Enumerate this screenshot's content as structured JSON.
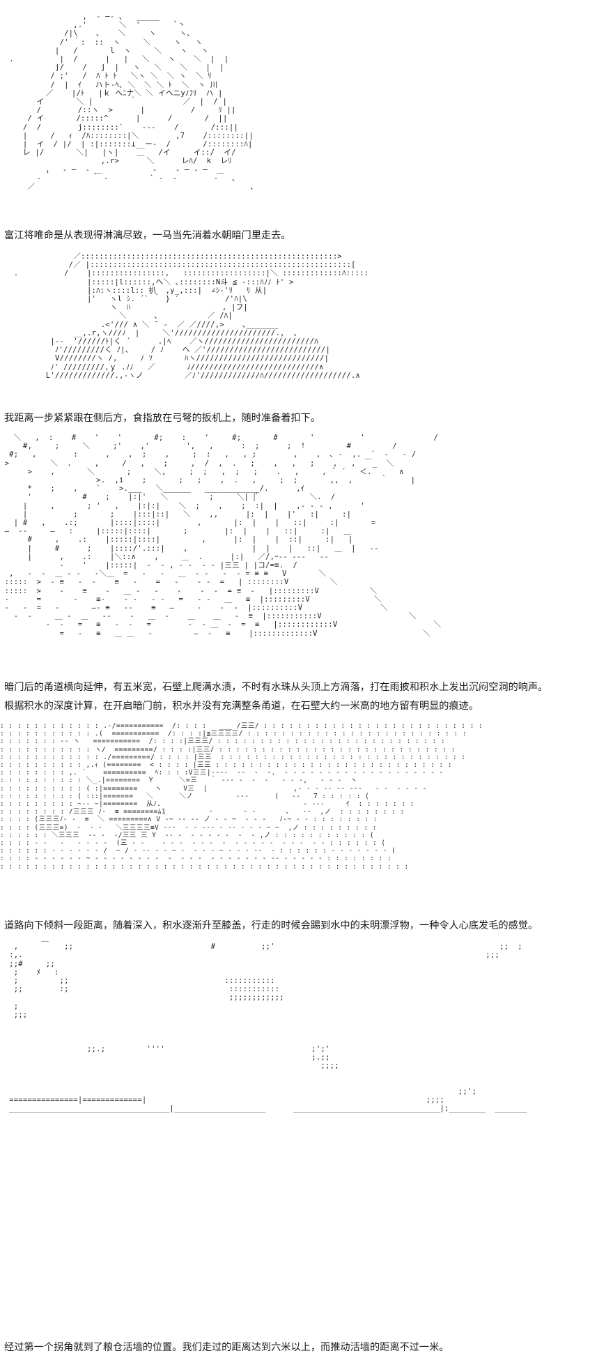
{
  "captions": {
    "c1": "富江将唯命是从表现得淋漓尽致，一马当先消着水朝暗门里走去。",
    "c2": "我距离一步紧紧跟在侧后方，食指放在弓弩的扳机上，随时准备着扣下。",
    "c3": "暗门后的甬道横向延伸，有五米宽，石壁上爬满水渍，不时有水珠从头顶上方滴落，打在雨披和积水上发出沉闷空洞的响声。",
    "c4": "根据积水的深度计算，在开启暗门前，积水并没有充满整条甬道，在石壁大约一米高的地方留有明显的痕迹。",
    "c5": "道路向下倾斜一段距离，随着深入，积水逐渐升至膝盖，行走的时候会踢到水中的未明漂浮物，一种令人心底发毛的感觉。",
    "c6": "经过第一个拐角就到了粮仓活墙的位置。我们走过的距离达到六米以上，而推动活墙的距离不过一米。"
  },
  "art": {
    "a1": "                  ,  ‐ ─‐ ､   _____\n                ,.'       ＼  '        ﾞ丶\n              /|\\    ､    ＼     ヽ     ヽ、\n             /' ｀:  ::  ヽ     ＼     ヽ   ヽ\n            |   /       l  ヽ     ＼    ヽ   ヽ\n  .          |  /      |   |   ＼    ヽ    ＼  |  |\n            j/    /   j  |   ヽ   ＼    ＼    |  |\n           / ;'   /  ﾊ ﾄ ﾄ   ＼ヽ ＼  ＼ ヽ  ＼ ﾘ\n           /  |  ｲ   ハト‐ﾍ､ ＼  ＼ ＼ ﾄ  ＼  ヽ 川\n          ／    |/ﾄ   |ｋ ヘﾆナ＼ ＼ イヘニyﾉﾌﾘ  ハ |\n        イ       ＼ |        ｀          ／  |  / |\n        /        /::ヽ  >      |          /     ﾘ ||\n      / イ       /:::::^      |      /       /  ||\n     /  /        j::::::::`    ‐‐‐    /       /:::||\n     |     /   ｨ  /ﾊ::::::::|＼        ,7    /::::::::||\n     |  イ  / |/  | :|:::::::⊥__ー‐  /       /::::::::ﾊ|\n     レ |/       ＼|   |ヽ|    ＿   /イ     イ::/  イ/\n                      ,.r>      ＼      レﾊ/  k  レﾘ\n          ，  ‐ ─  ‐ ＿           ‐    ‐ ─ ‐ ─  ＿\n        ‐           ｀ ‐         ` ‐  ‐        ‐   ､\n      ／                                               ､",
    "a2": "                ／::::::::::::::::::::::::::::::::::::::::::::::::::::::::>\n               /／ |:::::::::::::::::::::::::::::::::::::::::::::::::::::::::[\n   .          /    |::::::::::::::::,   ::::::::::::::::::|＼ :::::::::::::ﾊ:::::\n                   |:::::|l::::::,へ＼ ､::::::::N斗 ≦ ‐:::ﾊﾉﾉ ﾄ' >\n                   |:ﾊ:ヽ::::l:: 扒  ,y_,:::|  ∠ｼ‐'ﾘ   ﾘ 从|\n                   |'   ヽl ｼ. ´` ｀ } ′          /'ﾊ|\\\n                        ヽ  ﾊ                    , |フ|\n                          ＼      、          ／ /ﾊ|\n                      .<'/// ∧ ＼ ¯ ‐  ／ ／////,>    ､_______\n                __,.r,ヽ///ﾉ  |     ＼'//////////////////////.,  ､\n           |‐‐  '//////ﾄ|く ´      .|ﾍ    ／ヽ////////////////////////ﾊ\n            ﾉ'/////////く ﾉ|、    / ﾉ    ヘ ／'//////////////////////////|\n            V////////ヽ /,     ﾉ ｿ       ﾊヽ////////////////////////////|\n           ﾉ' /////////,ｙ .ﾉﾉ   ／       ﾉ////////////////////////////∧\n          L'/////////////.,-ヽノ         ／ﾉ'/////////////ﾊ///////////////////.∧",
    "a3": "   ＼   ,  :    #    '    '       #;    :    '     #;       #       '          '               /\n     #,     ;     ＼     ;'    ,'        ',   ,      :  ;      ;  !         #         /\n  #;   ,        :      ,    ,  ;    ,     ;  :   ,   , ;        ,    ,  ､ ‐  ,.  ´  ‐   ‐ /\n >         ＼  .     ,     /   ,    ;     ,  /  ,  .   ;    ,   ,   ;    ,   ,  ￣_  ＼\n      >    ,       ＼       ;     ＼,     ;  ;   ,  ;   ;    .   ,     ,  ﾞ ´   ＜.      ∧\n                     >.  ,i    ;       ;   ;    ,  .   ,     ;  ;       ,,  ,      ｀     |\n      *    ;    ,    `    >.___   ＼______   ____________/.      ,ｲ\n      '           #    ;    |:|'   ＼         ;     ＼| |ﾞ           ＼.  /\n     |     ,       ; '   ,    |:|:|    ＼  ;    ,    ;  :|  |    ,‐ ‐ ‐ ,      '\n     |          ;       ;    |:::|::|   ＼    ,,      |:  |    |'   :|     :|\n   | #   ,    .:;       |::::|::::|        ,       |:  |    |   ::|     :|       =\n ―  ‐‐     ―   :     |:::::|::::|       ;        |:  |    |   ::|     :|   ＿\n      #     ,    .:    |:::::|::::|         ,      |:  |    |  ::|     :|   |\n      |     #      ;    |::::/'.:::|    ,              |  |    |   ::|   ＿  |   ‐‐\n      |      ,    .:    |＼::∧    ,     ＿  .      |:|   ／/,ｰ‐‐ ‐‐‐   ‐‐\n             ‐    '    |:::::|  ‐  ‐ , ‐ ‐  ‐ ‐ |三三 | |コ/=≡.  /\n  ,   ‐  ‐  ＿ ‐ ‐   ‐＼＿  =   ‐   ‐   ＿  ‐ ‐   ‐  ‐ = ≡ ≡   V       ＼\n :::::  >  ‐ ≡   ‐  ‐    ≡   ‐    =   ‐    ‐ ‐  =   | ::::::::V         ＼\n :::::  >    ‐    ≡    ‐   ＿ ‐   ‐    ‐    ‐  ‐  = ≡  ‐   |:::::::::V           ＼\n ‐      =       ‐    ≡‐    ‐ ‐   ‐ ‐   =   ‐ ‐   ＿   ≡  |:::::::::V              ＼\n ‐   ‐  =   ‐       ―‐ ≡   ‐‐    ≡   ―     ‐    ‐  ‐  |::::::::::V                 ＼\n   ‐  ‐     ＿ ‐  ＿   ‐‐    ‐   ＿  ‐    ＿    ＿   ‐  ≡  |:::::::::::V                   ＼\n          ‐  ‐   =   ≡   ‐  ‐   =        ‐  ‐ ＿  ‐  =  ≡   |::::::::::::V                     ＼\n             =   ‐   ≡   ＿ ＿   ‐         ―  ‐   ≡    |:::::::::::::V                       ＼",
    "a4": ": : : : : : : : : : : : .‐/===========  /: : : :   ___ /三三/ : : : : : : : : : : : : : : : : : : : : : : : : : :\n: : : : : : : : : : : .(  ===========  /: : : :|≦三三三三/ : : : : : : : : : : : : : : : : : : : : : : : : : :\n: : : : : : : ‐‐ ヽ   ===========  /: : : :|三三三/ : : : : : : : : : : : : : : : : : : : : : : : : : : :\n: : : : : : : : : : : ヽ/  =========/ : : : :|三三/ : : : : : : : : : : : : : : : : : : : : : : : : : : : :\n: : : : : : : : : : : : ./=========/ : : : : |三三  : : : : : : : : : : : : : : : : : : : : : : : : : : : : :\n: : : : : : : : : : ,.ｨ (========  < : : : : |三三 : : : : : : : : : : : : : : : : : : : : : : : : : : : :\n: : : : : : : : ,. ´    ==========  ﾍ: : : :V三三|‐‐‐‐  ‐‐  ‐  -.  ‐ ‐ ‐ ‐ ‐ ‐ ‐ ‐ ‐ ‐ ‐ ‐ ‐ ‐ ‐ ‐ ‐ ‐ ‐\n: : : : : : : : : : ＼_.|========  Y      ＼=三   ｀ ‐‐‐ ‐  ‐  ‐   ‐ ‐ ‐,   ‐ ‐ ‐  ヽ\n: : : : : : : : : : ( :|========    ヽ     V三  |                    ,‐ ‐ ‐ ‐‐ ‐‐ ‐‐‐   ‐ ‐  ‐ ‐ ‐ ‐\n: : : : : : : : : ( :::|=======   ＼      ＼ノ          ‐‐‐      (   ‐‐   7 : : : : : (\n: : : : : : : : : ~‐‐ ~|========  从ﾉ.                                 ‐ ‐‐‐     ｲ  : : : : : : :\n: : : : : : : : /三三三 ﾉ‐  ≡ ========ﾑ1          ‐       ‐ ‐       ､   ‐‐  ,ノ  : : : : : : : :\n: : : : (三三三ﾉ‐ ‐  ≡  ＼ =========∧ V ‐~ ‐‐ ‐‐ ノ ‐ ‐ ~  ‐ ‐ ‐   ﾉ‐~ ‐ ‐ : : : : : : : :\n: : : : (三三三=)  ‐  ‐ ‐   ＼三三三三≡V ‐‐‐  ‐ ‐ ‐‐‐ ‐ ‐‐ ‐ ‐ ‐ ~ ~  ,ノ : : : : : : : : :\n: : : : : : ＼三三三  ‐‐ ‐  ‐/三三 三 Y  ‐‐ ‐  ‐ ‐ ‐ ‐ ‐  ‐  ‐ ,ノ : : : : : : : : : : : (\n: : : : ‐ ‐   ‐   ‐ ‐ ‐ ‐  (三 ‐ ‐    ‐ ‐ ‐  ‐ ‐ ‐  ‐  ‐ ‐ ‐ ‐ ‐  ‐ ‐ ‐  ‐ ‐ : : : : : : (\n: : : : : : ‐ ‐ ‐ ‐ ‐ ‐ /  ~ / ‐ ‐‐ ‐ ‐ ~ ‐  ‐ ‐ ‐ ~ ‐ ‐ ‐ ‐‐  ‐ : : : : : : ‐ ‐ ‐ ‐ ‐ ‐ ‐ (\n: : : : ‐ ‐ ‐ ‐ ‐ ‐ ~ ‐ ‐ ‐ ‐ ‐ ‐ ‐ ‐  ‐  ‐ ‐ ‐  ‐ ‐ ‐ ‐ ‐ ‐ ‐ ‐‐ ‐ ‐ ‐ ‐ ‐ : : : : : : : :\n: : : : : : : : : : : : : : : : : : : : : : : : : : : : : : : : : : : : : : : : : : : : : : : :",
    "a5": "         ＿\n   ,          ;;                              #          ;;'                                                 ;;  ;\n  :,.                                                                                                     ;;;\n  ;;#     ;;\n   ;    ﾒ   :\n   ;         ;;                                  :::::::::::\n   ;;        :;                                   :::::::::::\n                                                  ;;;;;;;;;;;;\n   ;\n   ;;;\n\n\n\n                   ;;.;         ''''                                ;';'\n                                                                    ;.;;\n                                                                      ;;;;\n\n\n                                                                                                    ;;';\n  ===============|=============|                                                             ;;;;\n  ___________________________________|____________________      ________________________________|;________  _______"
  }
}
